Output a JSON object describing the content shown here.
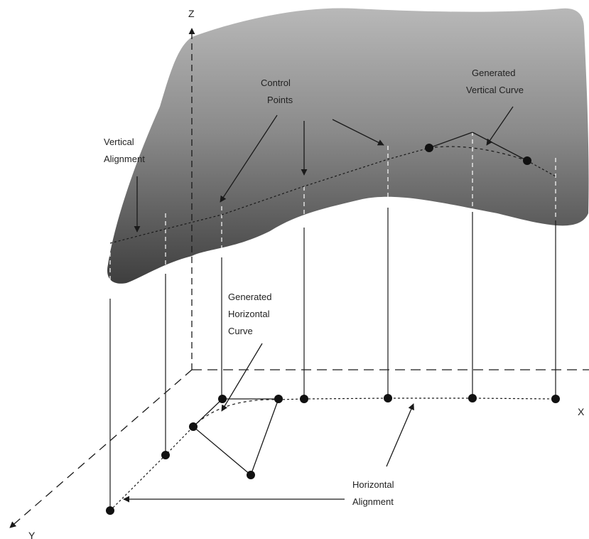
{
  "axes": {
    "z": "Z",
    "x": "X",
    "y": "Y"
  },
  "labels": {
    "vertical_alignment": [
      "Vertical",
      "Alignment"
    ],
    "control_points": [
      "Control",
      "Points"
    ],
    "generated_vertical_curve": [
      "Generated",
      "Vertical Curve"
    ],
    "generated_horizontal_curve": [
      "Generated",
      "Horizontal",
      "Curve"
    ],
    "horizontal_alignment": [
      "Horizontal",
      "Alignment"
    ]
  },
  "colors": {
    "surface_top": "#b4b4b4",
    "surface_bottom": "#4a4a4a",
    "line": "#1a1a1a",
    "dashed_on_surface": "#ffffff"
  }
}
